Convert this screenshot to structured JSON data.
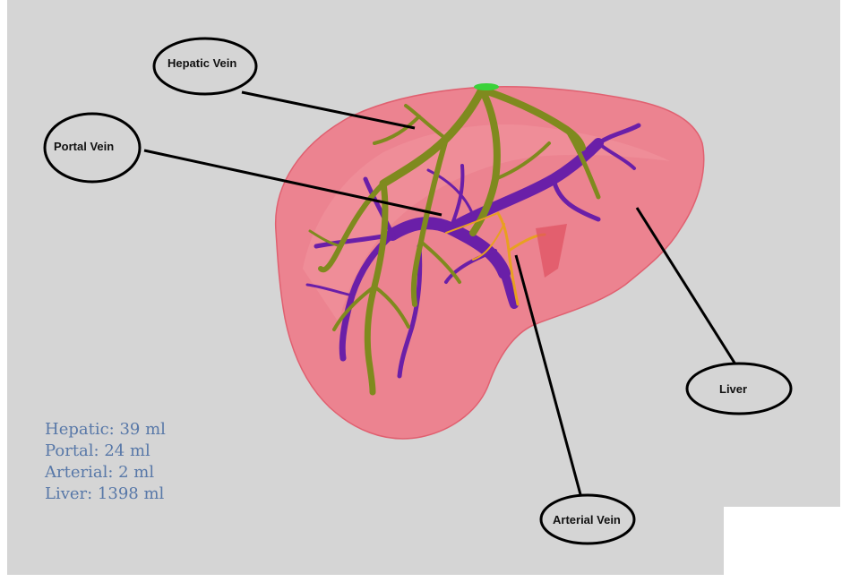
{
  "labels": {
    "hepatic_vein": "Hepatic Vein",
    "portal_vein": "Portal Vein",
    "liver": "Liver",
    "arterial_vein": "Arterial Vein"
  },
  "volumes": {
    "hepatic": "Hepatic: 39 ml",
    "portal": "Portal: 24 ml",
    "arterial": "Arterial: 2 ml",
    "liver": "Liver: 1398 ml"
  },
  "colors": {
    "background": "#d5d5d5",
    "liver": "#f07080",
    "hepatic_vein": "#7f8a1e",
    "portal_vein": "#6a1fa8",
    "arterial": "#e8a020",
    "volume_text": "#5878a8"
  }
}
